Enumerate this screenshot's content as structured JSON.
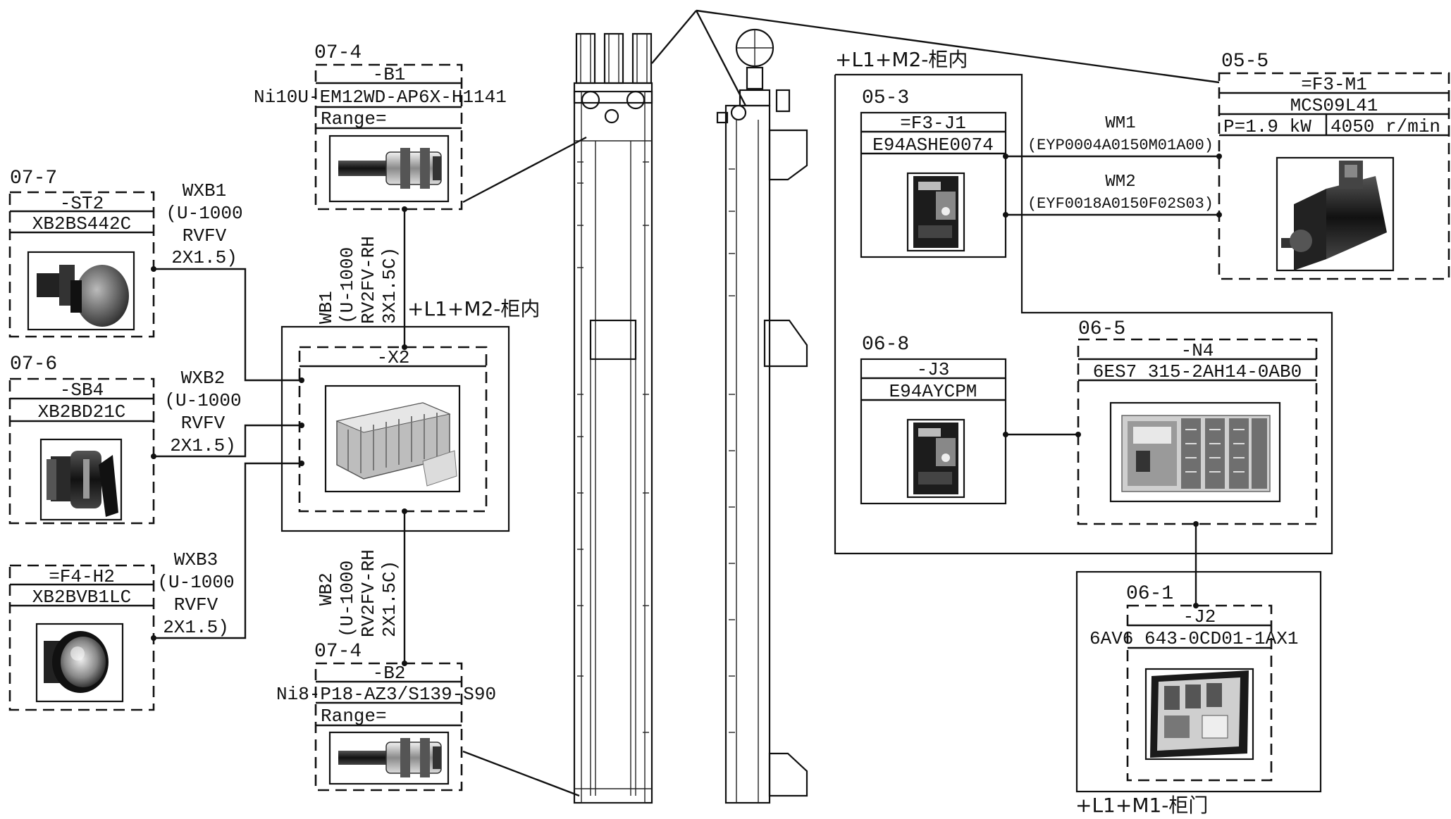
{
  "devices": {
    "b1": {
      "ref": "07-4",
      "tag": "-B1",
      "part": "Ni10U-EM12WD-AP6X-H1141",
      "extra": "Range=",
      "icon": "inductive-proximity-sensor"
    },
    "st2": {
      "ref": "07-7",
      "tag": "-ST2",
      "part": "XB2BS442C",
      "icon": "emergency-stop-mushroom-button"
    },
    "sb4": {
      "ref": "07-6",
      "tag": "-SB4",
      "part": "XB2BD21C",
      "icon": "selector-switch"
    },
    "h2": {
      "ref": "",
      "tag": "=F4-H2",
      "part": "XB2BVB1LC",
      "icon": "indicator-lamp"
    },
    "x2": {
      "tag": "-X2",
      "cabinet": "+L1+M2-柜内",
      "icon": "terminal-block"
    },
    "b2": {
      "ref": "07-4",
      "tag": "-B2",
      "part": "Ni8-P18-AZ3/S139-S90",
      "extra": "Range=",
      "icon": "inductive-proximity-sensor"
    },
    "j1": {
      "ref": "05-3",
      "tag": "=F3-J1",
      "part": "E94ASHE0074",
      "icon": "servo-drive"
    },
    "m1": {
      "ref": "05-5",
      "tag": "=F3-M1",
      "part": "MCS09L41",
      "power": "P=1.9 kW",
      "speed": "4050 r/min",
      "icon": "servo-motor"
    },
    "j3": {
      "ref": "06-8",
      "tag": "-J3",
      "part": "E94AYCPM",
      "icon": "servo-drive"
    },
    "n4": {
      "ref": "06-5",
      "tag": "-N4",
      "part": "6ES7 315-2AH14-0AB0",
      "icon": "plc-rack"
    },
    "j2": {
      "ref": "06-1",
      "tag": "-J2",
      "part": "6AV6 643-0CD01-1AX1",
      "icon": "hmi-touch-panel"
    }
  },
  "cables": {
    "wxb1": {
      "name": "WXB1",
      "l1": "(U-1000",
      "l2": "RVFV",
      "l3": "2X1.5)"
    },
    "wxb2": {
      "name": "WXB2",
      "l1": "(U-1000",
      "l2": "RVFV",
      "l3": "2X1.5)"
    },
    "wxb3": {
      "name": "WXB3",
      "l1": "(U-1000",
      "l2": "RVFV",
      "l3": "2X1.5)"
    },
    "wb1": {
      "name": "WB1",
      "l1": "(U-1000",
      "l2": "RV2FV-RH",
      "l3": "3X1.5C)"
    },
    "wb2": {
      "name": "WB2",
      "l1": "(U-1000",
      "l2": "RV2FV-RH",
      "l3": "2X1.5C)"
    },
    "wm1": {
      "name": "WM1",
      "spec": "(EYP0004A0150M01A00)"
    },
    "wm2": {
      "name": "WM2",
      "spec": "(EYF0018A0150F02S03)"
    }
  },
  "cabinets": {
    "cabinet_inner": "+L1+M2-柜内",
    "cabinet_door": "+L1+M1-柜门"
  }
}
